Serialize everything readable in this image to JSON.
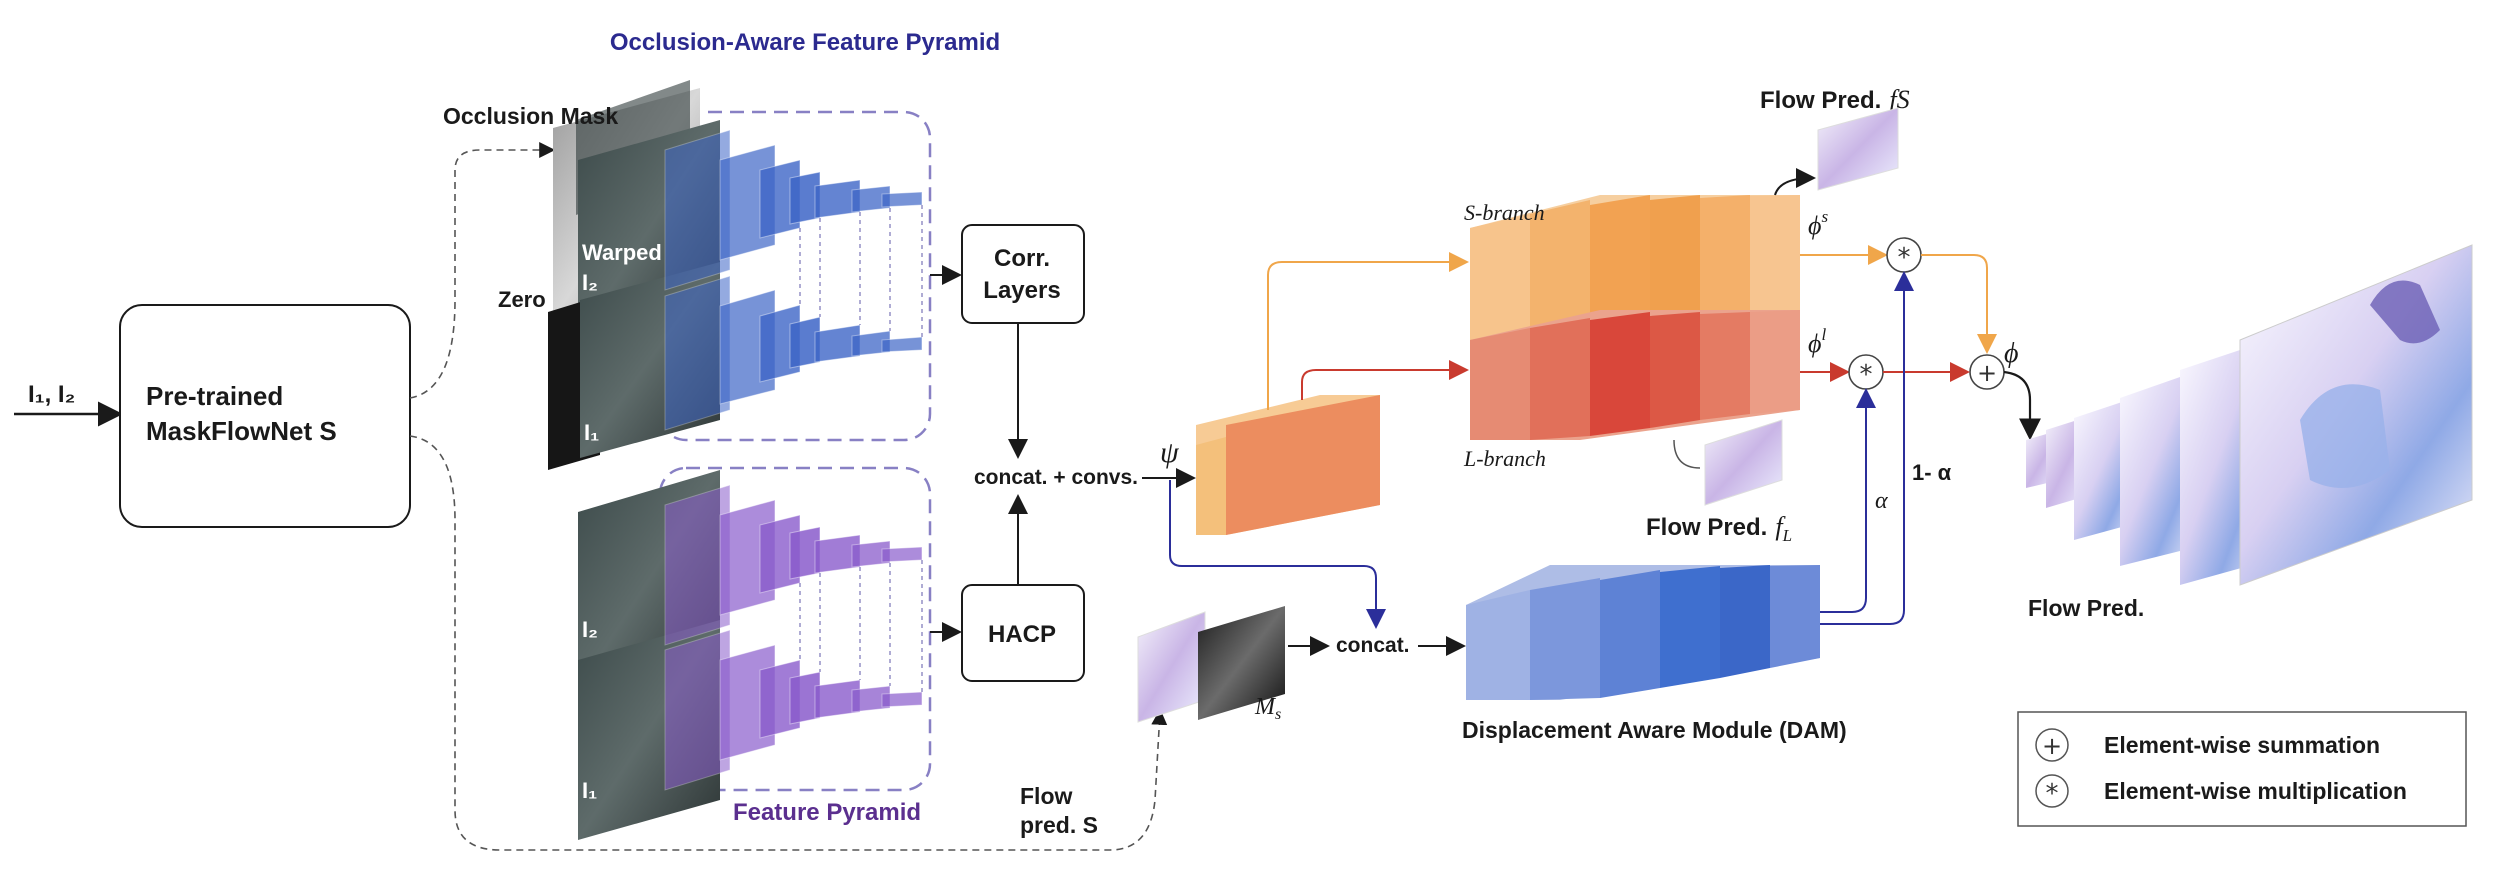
{
  "title_top": "Occlusion-Aware Feature Pyramid",
  "title_bottom": "Feature Pyramid",
  "input_label": "I₁, I₂",
  "pretrained_box": {
    "line1": "Pre-trained",
    "line2": "MaskFlowNet S"
  },
  "occlusion_mask_label": "Occlusion Mask",
  "warped_label": "Warped",
  "zero_label": "Zero",
  "i1_label": "I₁",
  "i2_label": "I₂",
  "corr_box": {
    "line1": "Corr.",
    "line2": "Layers"
  },
  "hacp_box": "HACP",
  "concat_convs_label": "concat. + convs.",
  "psi_symbol": "ψ",
  "concat_label": "concat.",
  "ms_label": "M",
  "ms_sub": "s",
  "flow_pred_s": {
    "line1": "Flow",
    "line2": "pred. S"
  },
  "s_branch_label": "S-branch",
  "l_branch_label": "L-branch",
  "phi_s": {
    "base": "ϕ",
    "sup": "s"
  },
  "phi_l": {
    "base": "ϕ",
    "sup": "l"
  },
  "phi": "ϕ",
  "alpha": "α",
  "one_minus_alpha": "1- α",
  "flow_pred_fs": {
    "text": "Flow Pred.",
    "math": "fS"
  },
  "flow_pred_fl": {
    "text": "Flow Pred.",
    "math": "f",
    "sub": "L"
  },
  "dam_label": "Displacement Aware Module (DAM)",
  "flow_pred_final": "Flow Pred.",
  "legend": {
    "summation_symbol": "+",
    "summation_label": "Element-wise summation",
    "multiplication_symbol": "*",
    "multiplication_label": "Element-wise multiplication"
  },
  "colors": {
    "title_blue": "#2b2a8f",
    "title_purple": "#5b2f8f",
    "orange": "#f0a64a",
    "red": "#d9473a",
    "blue_block": "#4a6fc4",
    "purple_block": "#8a5ccc",
    "dam_blue": "#3f6fcf",
    "arrow_blue": "#2b2e9a"
  }
}
